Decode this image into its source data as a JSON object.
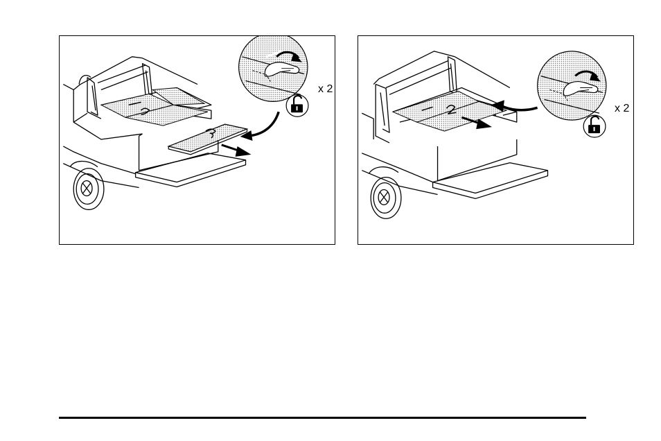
{
  "figures": [
    {
      "id": "remove-third-panel",
      "callout": {
        "multiplier": "x 2",
        "lock_state": "unlocked"
      },
      "panel_labels": [
        "1",
        "2",
        "3"
      ],
      "icons": [
        "unlock-icon",
        "curved-arrow-icon",
        "pull-arrow-icon",
        "hand-icon"
      ]
    },
    {
      "id": "remove-second-panel",
      "callout": {
        "multiplier": "x 2",
        "lock_state": "unlocked"
      },
      "panel_labels": [
        "1",
        "2"
      ],
      "icons": [
        "unlock-icon",
        "curved-arrow-icon",
        "pull-arrow-icon",
        "hand-icon"
      ]
    }
  ],
  "colors": {
    "ink": "#000000",
    "paper": "#ffffff",
    "stipple": "#b8b8b8"
  }
}
